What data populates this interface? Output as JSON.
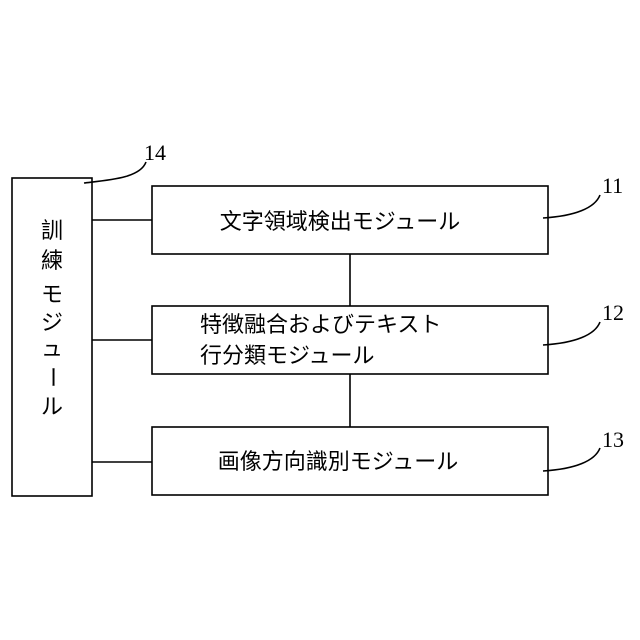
{
  "diagram": {
    "training_module": {
      "label_chars": [
        "訓",
        "練",
        "モ",
        "ジ",
        "ュ",
        "ー",
        "ル"
      ],
      "ref": "14"
    },
    "text_region_module": {
      "label": "文字領域検出モジュール",
      "ref": "11"
    },
    "feature_fusion_module": {
      "label_line1": "特徴融合およびテキスト",
      "label_line2": "行分類モジュール",
      "ref": "12"
    },
    "orientation_module": {
      "label": "画像方向識別モジュール",
      "ref": "13"
    }
  }
}
